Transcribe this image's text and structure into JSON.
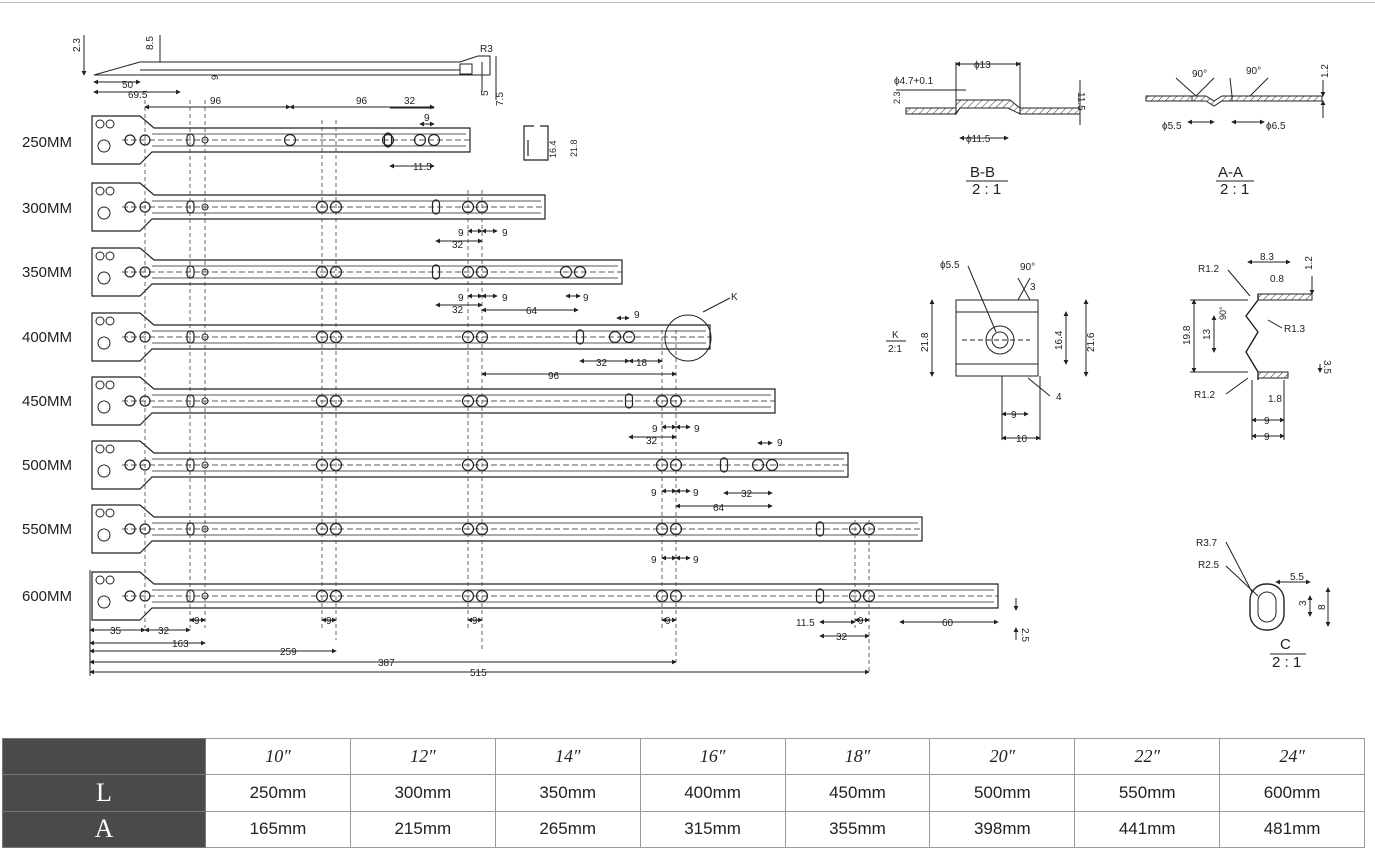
{
  "rail_labels": [
    "250MM",
    "300MM",
    "350MM",
    "400MM",
    "450MM",
    "500MM",
    "550MM",
    "600MM"
  ],
  "top_profile": {
    "dims": [
      "2.3",
      "8.5",
      "R3",
      "50",
      "69.5",
      "9",
      "5",
      "7.5"
    ]
  },
  "rail_dims": {
    "r250": [
      "96",
      "96",
      "32",
      "9",
      "11.5"
    ],
    "r300": [
      "9",
      "9",
      "32"
    ],
    "r350": [
      "9",
      "9",
      "32",
      "64",
      "9"
    ],
    "r400": [
      "9",
      "32",
      "18",
      "96",
      "K"
    ],
    "r450": [
      "9",
      "9",
      "32"
    ],
    "r500": [
      "9",
      "9",
      "9",
      "32",
      "64"
    ],
    "r550": [
      "9",
      "9"
    ],
    "r600": [
      "35",
      "32",
      "9",
      "9",
      "9",
      "9",
      "11.5",
      "9",
      "32",
      "60",
      "2.5"
    ],
    "baseline": [
      "163",
      "259",
      "387",
      "515"
    ]
  },
  "side_section": {
    "dims": [
      "16.4",
      "21.8"
    ]
  },
  "section_bb": {
    "label": "B-B",
    "scale": "2 : 1",
    "dims": [
      "ϕ13",
      "ϕ4.7+0.1",
      "2.3",
      "11.5",
      "ϕ11.5"
    ]
  },
  "section_aa": {
    "label": "A-A",
    "scale": "2 : 1",
    "dims": [
      "90°",
      "90°",
      "1.2",
      "ϕ5.5",
      "ϕ6.5"
    ]
  },
  "detail_k": {
    "label": "K",
    "scale": "2:1",
    "dims": [
      "ϕ5.5",
      "90°",
      "3",
      "21.8",
      "16.4",
      "21.6",
      "4",
      "9",
      "10"
    ]
  },
  "profile_detail": {
    "dims": [
      "8.3",
      "R1.2",
      "0.8",
      "1.2",
      "R1.3",
      "19.8",
      "13",
      "90°",
      "3.5",
      "R1.2",
      "1.8",
      "9",
      "9"
    ]
  },
  "section_c": {
    "label": "C",
    "scale": "2 : 1",
    "dims": [
      "R3.7",
      "R2.5",
      "5.5",
      "3",
      "8"
    ]
  },
  "table": {
    "sizes": [
      "10″",
      "12″",
      "14″",
      "16″",
      "18″",
      "20″",
      "22″",
      "24″"
    ],
    "L": {
      "label": "L",
      "values": [
        "250mm",
        "300mm",
        "350mm",
        "400mm",
        "450mm",
        "500mm",
        "550mm",
        "600mm"
      ]
    },
    "A": {
      "label": "A",
      "values": [
        "165mm",
        "215mm",
        "265mm",
        "315mm",
        "355mm",
        "398mm",
        "441mm",
        "481mm"
      ]
    }
  }
}
